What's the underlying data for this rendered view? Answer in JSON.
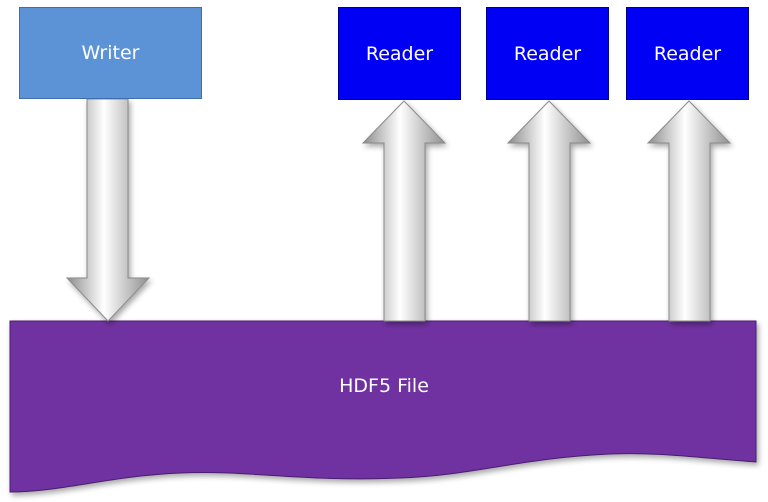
{
  "diagram": {
    "writer": {
      "label": "Writer",
      "color": "#5b93d6"
    },
    "readers": [
      {
        "label": "Reader",
        "color": "#0000f5"
      },
      {
        "label": "Reader",
        "color": "#0000f5"
      },
      {
        "label": "Reader",
        "color": "#0000f5"
      }
    ],
    "file": {
      "label": "HDF5 File",
      "color": "#7030a0"
    },
    "arrow_color": "#a6a6a6"
  }
}
